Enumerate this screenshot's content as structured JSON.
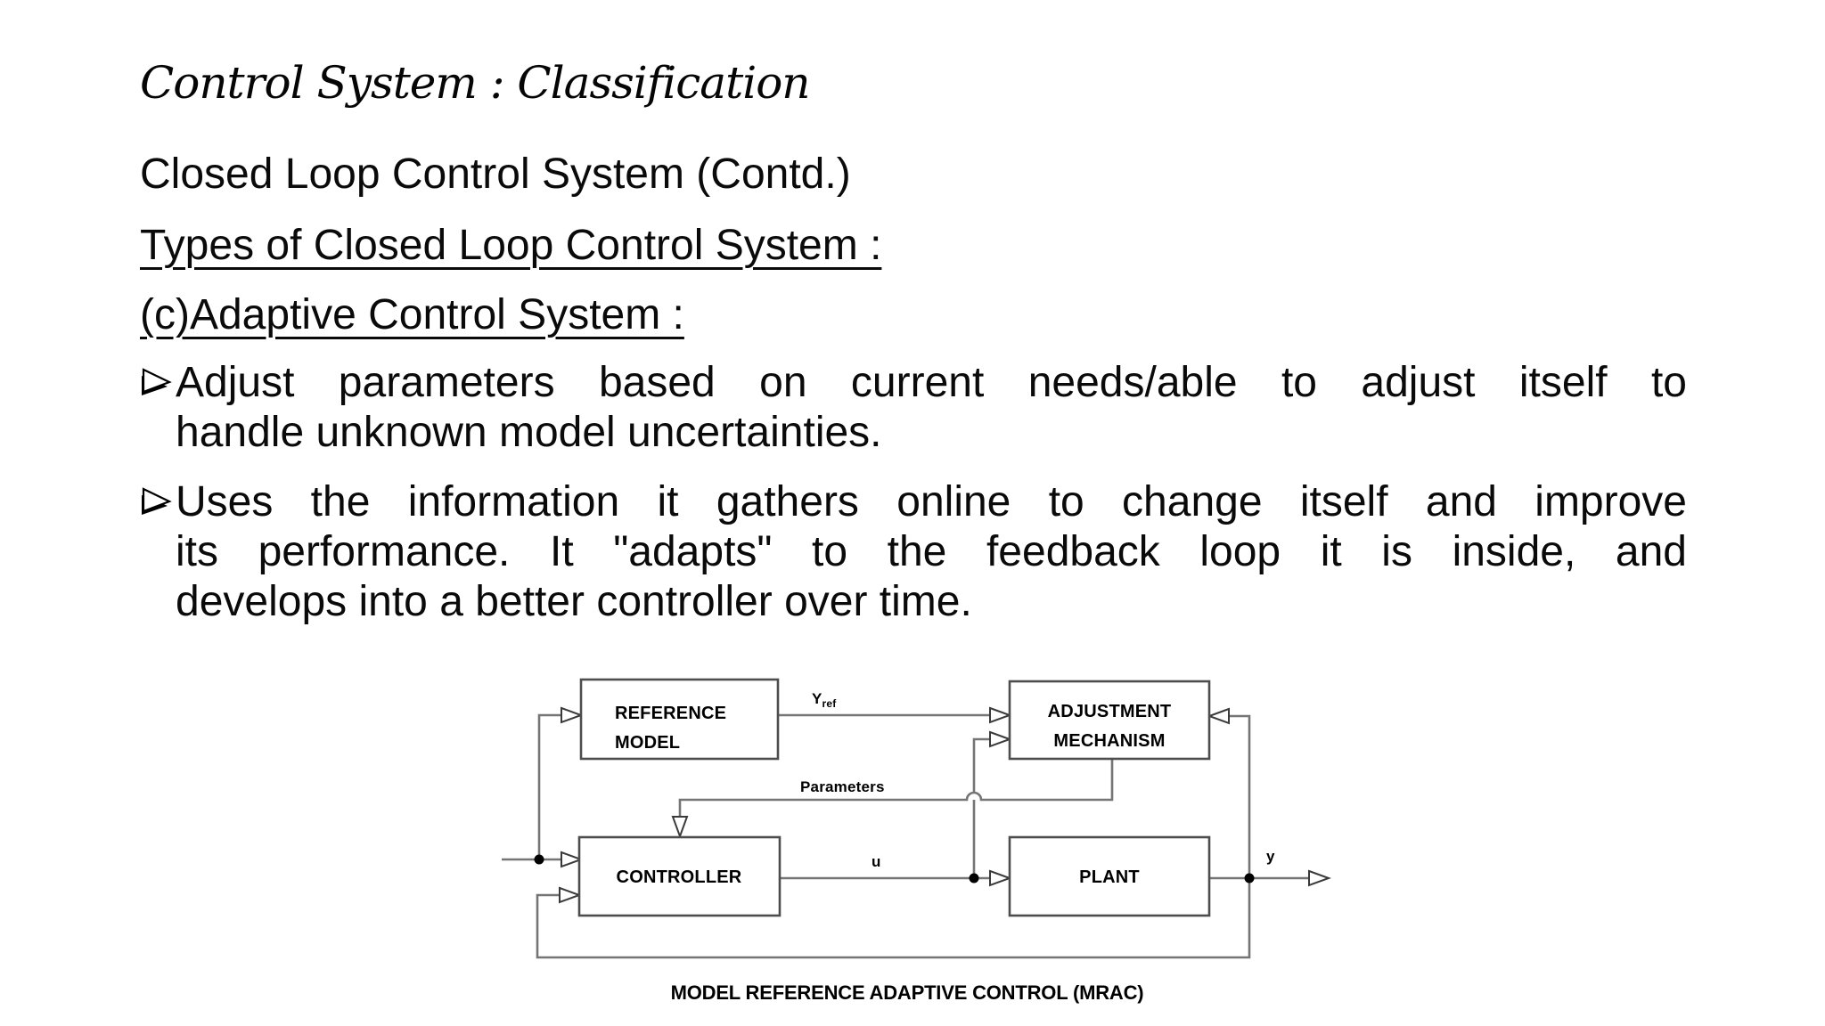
{
  "slide": {
    "title": "Control System : Classification",
    "subtitle": "Closed Loop Control System (Contd.)",
    "heading1": "Types of Closed Loop Control System :",
    "heading2": "(c)Adaptive Control System :",
    "bullets": [
      {
        "lines": [
          "Adjust parameters based on current needs/able to adjust itself to",
          "handle unknown model uncertainties."
        ]
      },
      {
        "lines": [
          "Uses the information it gathers online to change itself and improve",
          "its performance. It \"adapts\" to the feedback loop it is inside, and",
          "develops into a better controller over time."
        ]
      }
    ],
    "colors": {
      "text": "#000000",
      "background": "#ffffff"
    }
  },
  "diagram": {
    "blocks": {
      "reference_model": [
        "REFERENCE",
        "MODEL"
      ],
      "adjustment_mechanism": [
        "ADJUSTMENT",
        "MECHANISM"
      ],
      "controller": "CONTROLLER",
      "plant": "PLANT"
    },
    "signals": {
      "yref_base": "Y",
      "yref_sub": "ref",
      "parameters": "Parameters",
      "u": "u",
      "y": "y"
    },
    "caption": "MODEL REFERENCE ADAPTIVE CONTROL (MRAC)",
    "colors": {
      "line": "#757575",
      "border": "#4d4d4d",
      "text": "#000000"
    }
  }
}
